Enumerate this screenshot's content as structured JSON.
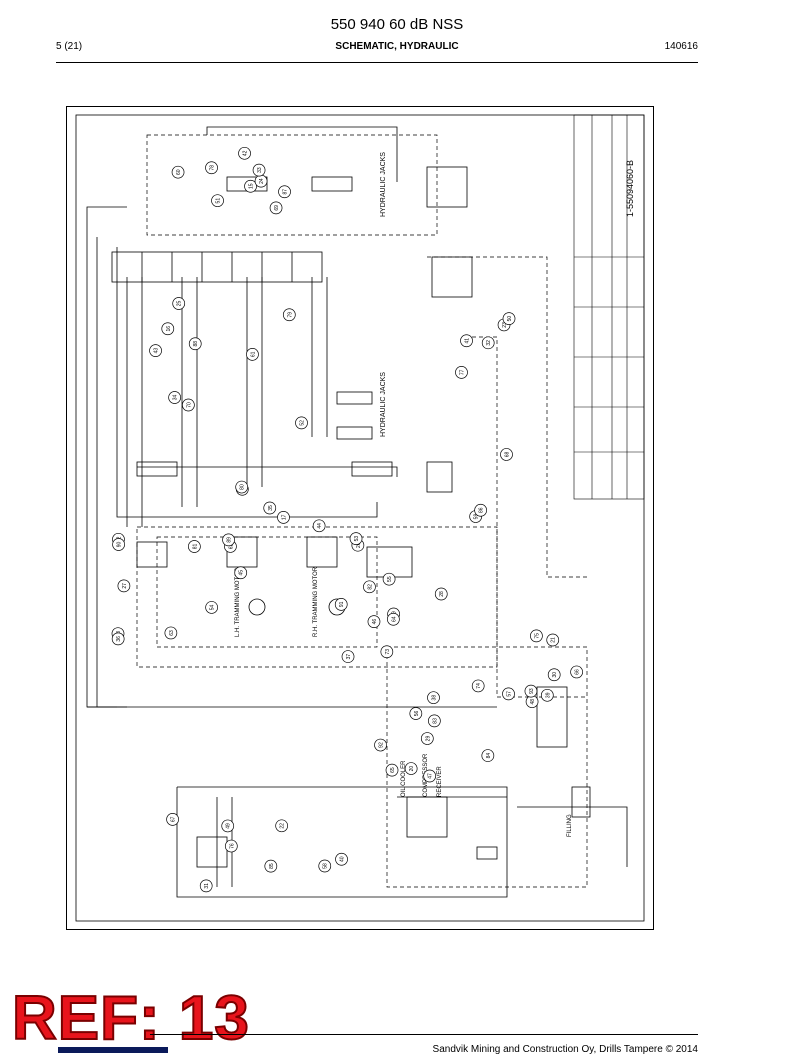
{
  "header": {
    "title": "550 940 60 dB NSS",
    "page": "5 (21)",
    "section": "SCHEMATIC, HYDRAULIC",
    "date_code": "140616"
  },
  "schematic": {
    "labels": {
      "hydraulic_jacks_top": "HYDRAULIC JACKS",
      "hydraulic_jacks_mid": "HYDRAULIC JACKS",
      "drawing_number": "1-55094060-B",
      "tramming_motor_left": "L.H. TRAMMING MOTOR",
      "tramming_motor_right": "R.H. TRAMMING MOTOR",
      "oil_cooler": "OIL COOLER",
      "compressor": "COMPRESSOR",
      "receiver": "RECEIVER",
      "filling": "FILLING"
    },
    "callouts": [
      "15",
      "16",
      "17",
      "18",
      "19",
      "20",
      "21",
      "22",
      "23",
      "24",
      "25",
      "26",
      "27",
      "28",
      "29",
      "30",
      "31",
      "32",
      "33",
      "34",
      "35",
      "36",
      "37",
      "38",
      "39",
      "40",
      "41",
      "42",
      "43",
      "44",
      "45",
      "46",
      "47",
      "48",
      "49",
      "50",
      "51",
      "52",
      "53",
      "54",
      "55",
      "56",
      "57",
      "58",
      "59",
      "60",
      "61",
      "62",
      "63",
      "64",
      "65",
      "66",
      "67",
      "68",
      "69",
      "70",
      "71",
      "72",
      "73",
      "74",
      "75",
      "76",
      "77",
      "78",
      "79",
      "80",
      "81",
      "82",
      "83",
      "84",
      "85",
      "86",
      "87",
      "88",
      "89",
      "90",
      "91",
      "92",
      "93"
    ]
  },
  "stamp": {
    "text": "REF: 13"
  },
  "footer": {
    "copyright": "Sandvik Mining and Construction Oy, Drills Tampere © 2014"
  }
}
